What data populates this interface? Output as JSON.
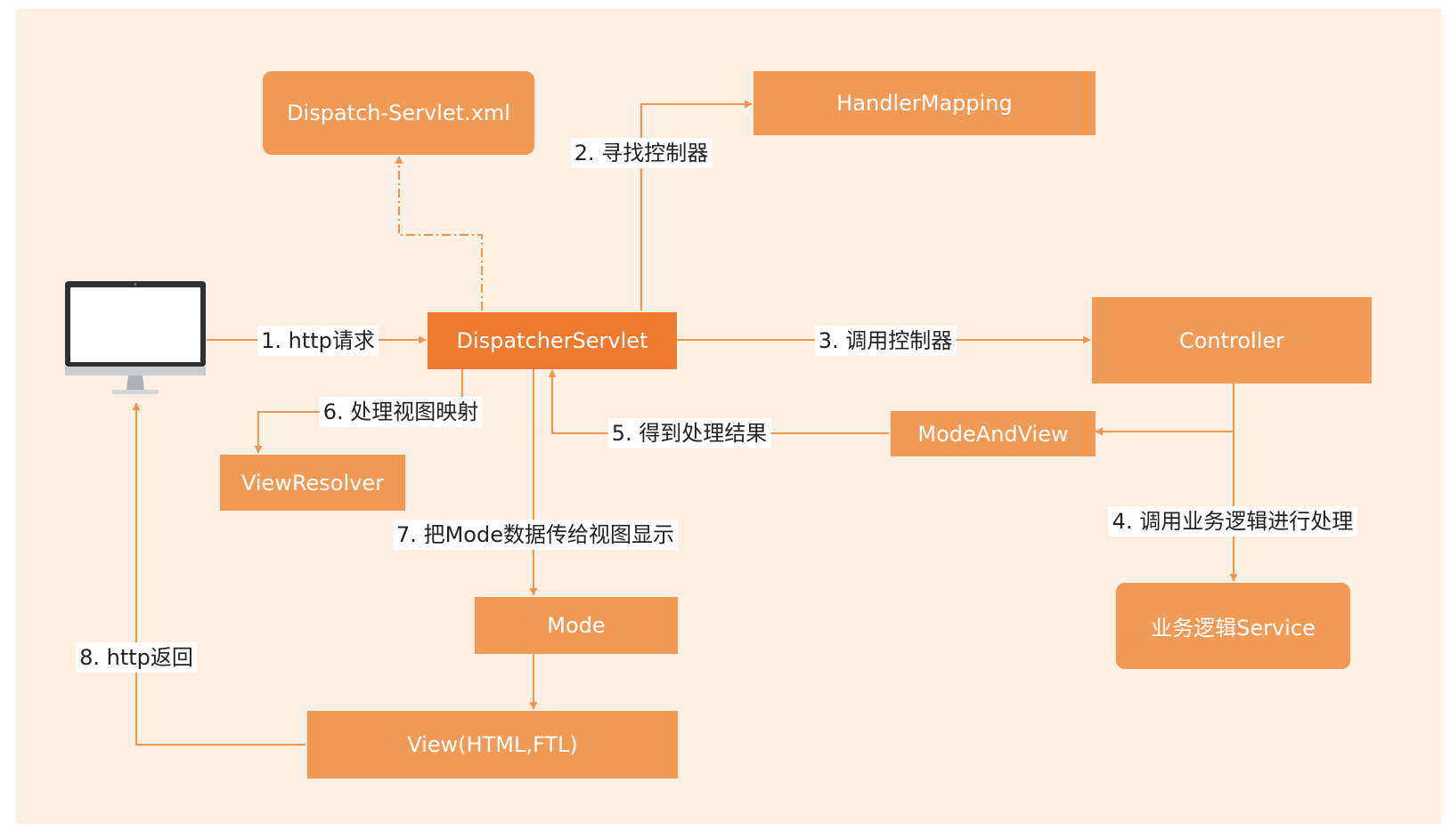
{
  "colors": {
    "background": "#fcefe4",
    "box": "#f09a55",
    "box_main": "#ee7a2f",
    "line": "#f0964e",
    "label_bg": "#ffffff"
  },
  "nodes": {
    "client": "computer-monitor-icon",
    "dispatch_config": "Dispatch-Servlet.xml",
    "handler_mapping": "HandlerMapping",
    "dispatcher_servlet": "DispatcherServlet",
    "controller": "Controller",
    "model_and_view": "ModeAndView",
    "view_resolver": "ViewResolver",
    "mode": "Mode",
    "service": "业务逻辑Service",
    "view": "View(HTML,FTL)"
  },
  "edges": {
    "e1": "1. http请求",
    "e2": "2. 寻找控制器",
    "e3": "3. 调用控制器",
    "e4": "4. 调用业务逻辑进行处理",
    "e5": "5. 得到处理结果",
    "e6": "6. 处理视图映射",
    "e7": "7. 把Mode数据传给视图显示",
    "e8": "8. http返回"
  }
}
